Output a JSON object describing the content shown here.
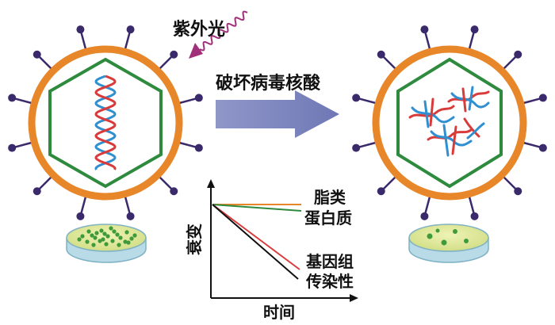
{
  "labels": {
    "uv_light": "紫外光",
    "process": "破坏病毒核酸",
    "lipid": "脂类",
    "protein": "蛋白质",
    "genome": "基因组",
    "infectivity": "传染性",
    "y_axis": "衰变",
    "x_axis": "时间"
  },
  "colors": {
    "capsule_ring": "#e8872a",
    "capsid_hexagon": "#2e8b3e",
    "spike": "#3b2a6b",
    "dna_red": "#d93b3b",
    "dna_blue": "#2f8fd1",
    "arrow": "#7b84bd",
    "uv_wave": "#a0307a",
    "dish_agar": "#dfe89a",
    "dish_edge": "#9ec9d9",
    "colony": "#3f9a3c",
    "graph_green_line": "#2e8b3e",
    "graph_orange_line": "#e8872a",
    "graph_black_line": "#111111",
    "graph_red_line": "#d93b3b"
  },
  "icons": {
    "left_virus": "virus-intact-icon",
    "right_virus": "virus-damaged-icon",
    "uv": "uv-wave-icon",
    "arrow": "right-arrow-icon",
    "dish": "petri-dish-icon"
  }
}
